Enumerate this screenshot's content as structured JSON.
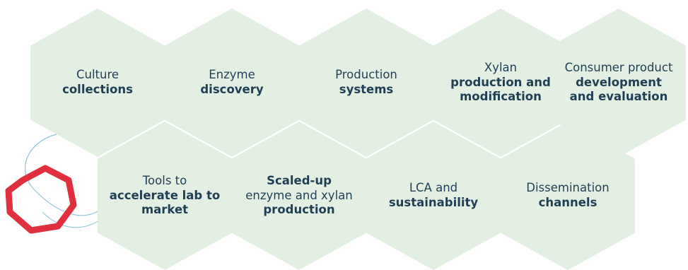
{
  "hexagons": [
    {
      "id": "culture-collections",
      "lines": [
        "Culture",
        "collections"
      ],
      "bold": [
        false,
        true
      ]
    },
    {
      "id": "enzyme-discovery",
      "lines": [
        "Enzyme",
        "discovery"
      ],
      "bold": [
        false,
        true
      ]
    },
    {
      "id": "production-systems",
      "lines": [
        "Production",
        "systems"
      ],
      "bold": [
        false,
        true
      ]
    },
    {
      "id": "xylan-production",
      "lines": [
        "Xylan",
        "production and modification"
      ],
      "bold": [
        false,
        true
      ]
    },
    {
      "id": "consumer-product",
      "lines": [
        "Consumer product",
        "development and evaluation"
      ],
      "bold": [
        false,
        true
      ]
    },
    {
      "id": "tools",
      "lines": [
        "Tools to",
        "accelerate lab to market"
      ],
      "bold": [
        false,
        true
      ]
    },
    {
      "id": "scaled-up",
      "lines": [
        "Scaled-up",
        "enzyme and xylan",
        "production"
      ],
      "bold": [
        true,
        false,
        true
      ]
    },
    {
      "id": "lca",
      "lines": [
        "LCA and",
        "sustainability"
      ],
      "bold": [
        false,
        true
      ]
    },
    {
      "id": "dissemination",
      "lines": [
        "Dissemination",
        "channels"
      ],
      "bold": [
        false,
        true
      ]
    }
  ],
  "colors": {
    "hexagon_fill": "#e4efe4",
    "text": "#1f3f55",
    "accent_ring": "#e0303e",
    "connector_line": "#8fc3d8"
  }
}
